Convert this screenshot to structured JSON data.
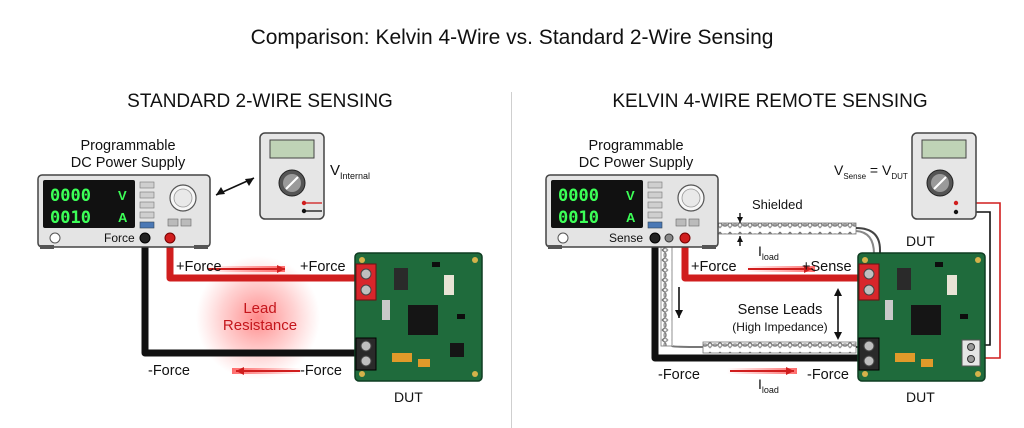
{
  "title": "Comparison: Kelvin 4-Wire vs. Standard 2-Wire Sensing",
  "left": {
    "heading": "STANDARD 2-WIRE SENSING",
    "psu_label_line1": "Programmable",
    "psu_label_line2": "DC Power Supply",
    "display_voltage": "0000",
    "display_current": "0010",
    "unit_v": "V",
    "unit_a": "A",
    "terminal_label": "Force",
    "meter_label": "V",
    "meter_label_sub": "Internal",
    "plus_force_left": "+Force",
    "plus_force_right": "+Force",
    "minus_force_left": "-Force",
    "minus_force_right": "-Force",
    "resistance_line1": "Lead",
    "resistance_line2": "Resistance",
    "dut_label": "DUT"
  },
  "right": {
    "heading": "KELVIN 4-WIRE REMOTE SENSING",
    "psu_label_line1": "Programmable",
    "psu_label_line2": "DC Power Supply",
    "display_voltage": "0000",
    "display_current": "0010",
    "unit_v": "V",
    "unit_a": "A",
    "terminal_label": "Sense",
    "shielded_label": "Shielded",
    "meter_label_main": "V",
    "meter_label_main_sub": "Sense",
    "meter_label_eq": " = V",
    "meter_label_eq_sub": "DUT",
    "dut_label_top": "DUT",
    "dut_label_bottom": "DUT",
    "plus_force": "+Force",
    "plus_sense": "+Sense",
    "minus_force_left": "-Force",
    "minus_force_right": "-Force",
    "iload_top": "I",
    "iload_top_sub": "load",
    "iload_bottom": "I",
    "iload_bottom_sub": "load",
    "sense_leads_line1": "Sense Leads",
    "sense_leads_line2": "(High Impedance)"
  },
  "colors": {
    "red_wire": "#d01e1e",
    "black_wire": "#111111",
    "pcb": "#1f6b3c",
    "psu_display": "#3cff57",
    "terminal_block": "#d8262b"
  }
}
